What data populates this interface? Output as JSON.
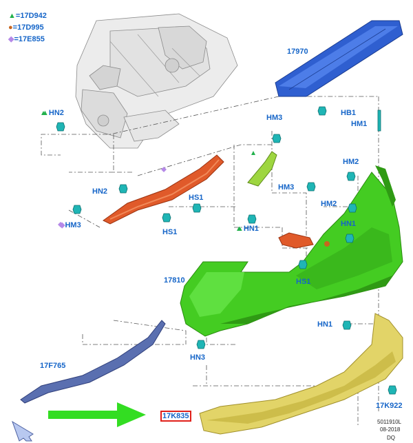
{
  "legend": [
    {
      "symbol": "triangle",
      "color": "#22b14c",
      "code": "17D942"
    },
    {
      "symbol": "circle",
      "color": "#c8651e",
      "code": "17D995"
    },
    {
      "symbol": "diamond",
      "color": "#b589e8",
      "code": "17E855"
    }
  ],
  "parts": [
    {
      "code": "17970",
      "color": "#2f5fd0"
    },
    {
      "code": "17810",
      "color": "#44cc22"
    },
    {
      "code": "17F765",
      "color": "#5a6fb0"
    },
    {
      "code": "17K835",
      "color": "#e2d468",
      "highlighted": true
    },
    {
      "code": "17K922",
      "color": "#1fb5b5"
    }
  ],
  "fasteners": [
    "HN2",
    "HN2",
    "HM3",
    "HM3",
    "HM3",
    "HS1",
    "HS1",
    "HS1",
    "HN1",
    "HN1",
    "HN1",
    "HM2",
    "HM2",
    "HM1",
    "HB1",
    "HN3"
  ],
  "footer": {
    "line1": "5011910L",
    "line2": "08-2018",
    "line3": "DQ"
  },
  "colors": {
    "label": "#1565c8",
    "bracket": "#e05a2a",
    "clip": "#1fb5b5",
    "arrow": "#33dd22",
    "highlight_box": "#e0201a"
  }
}
